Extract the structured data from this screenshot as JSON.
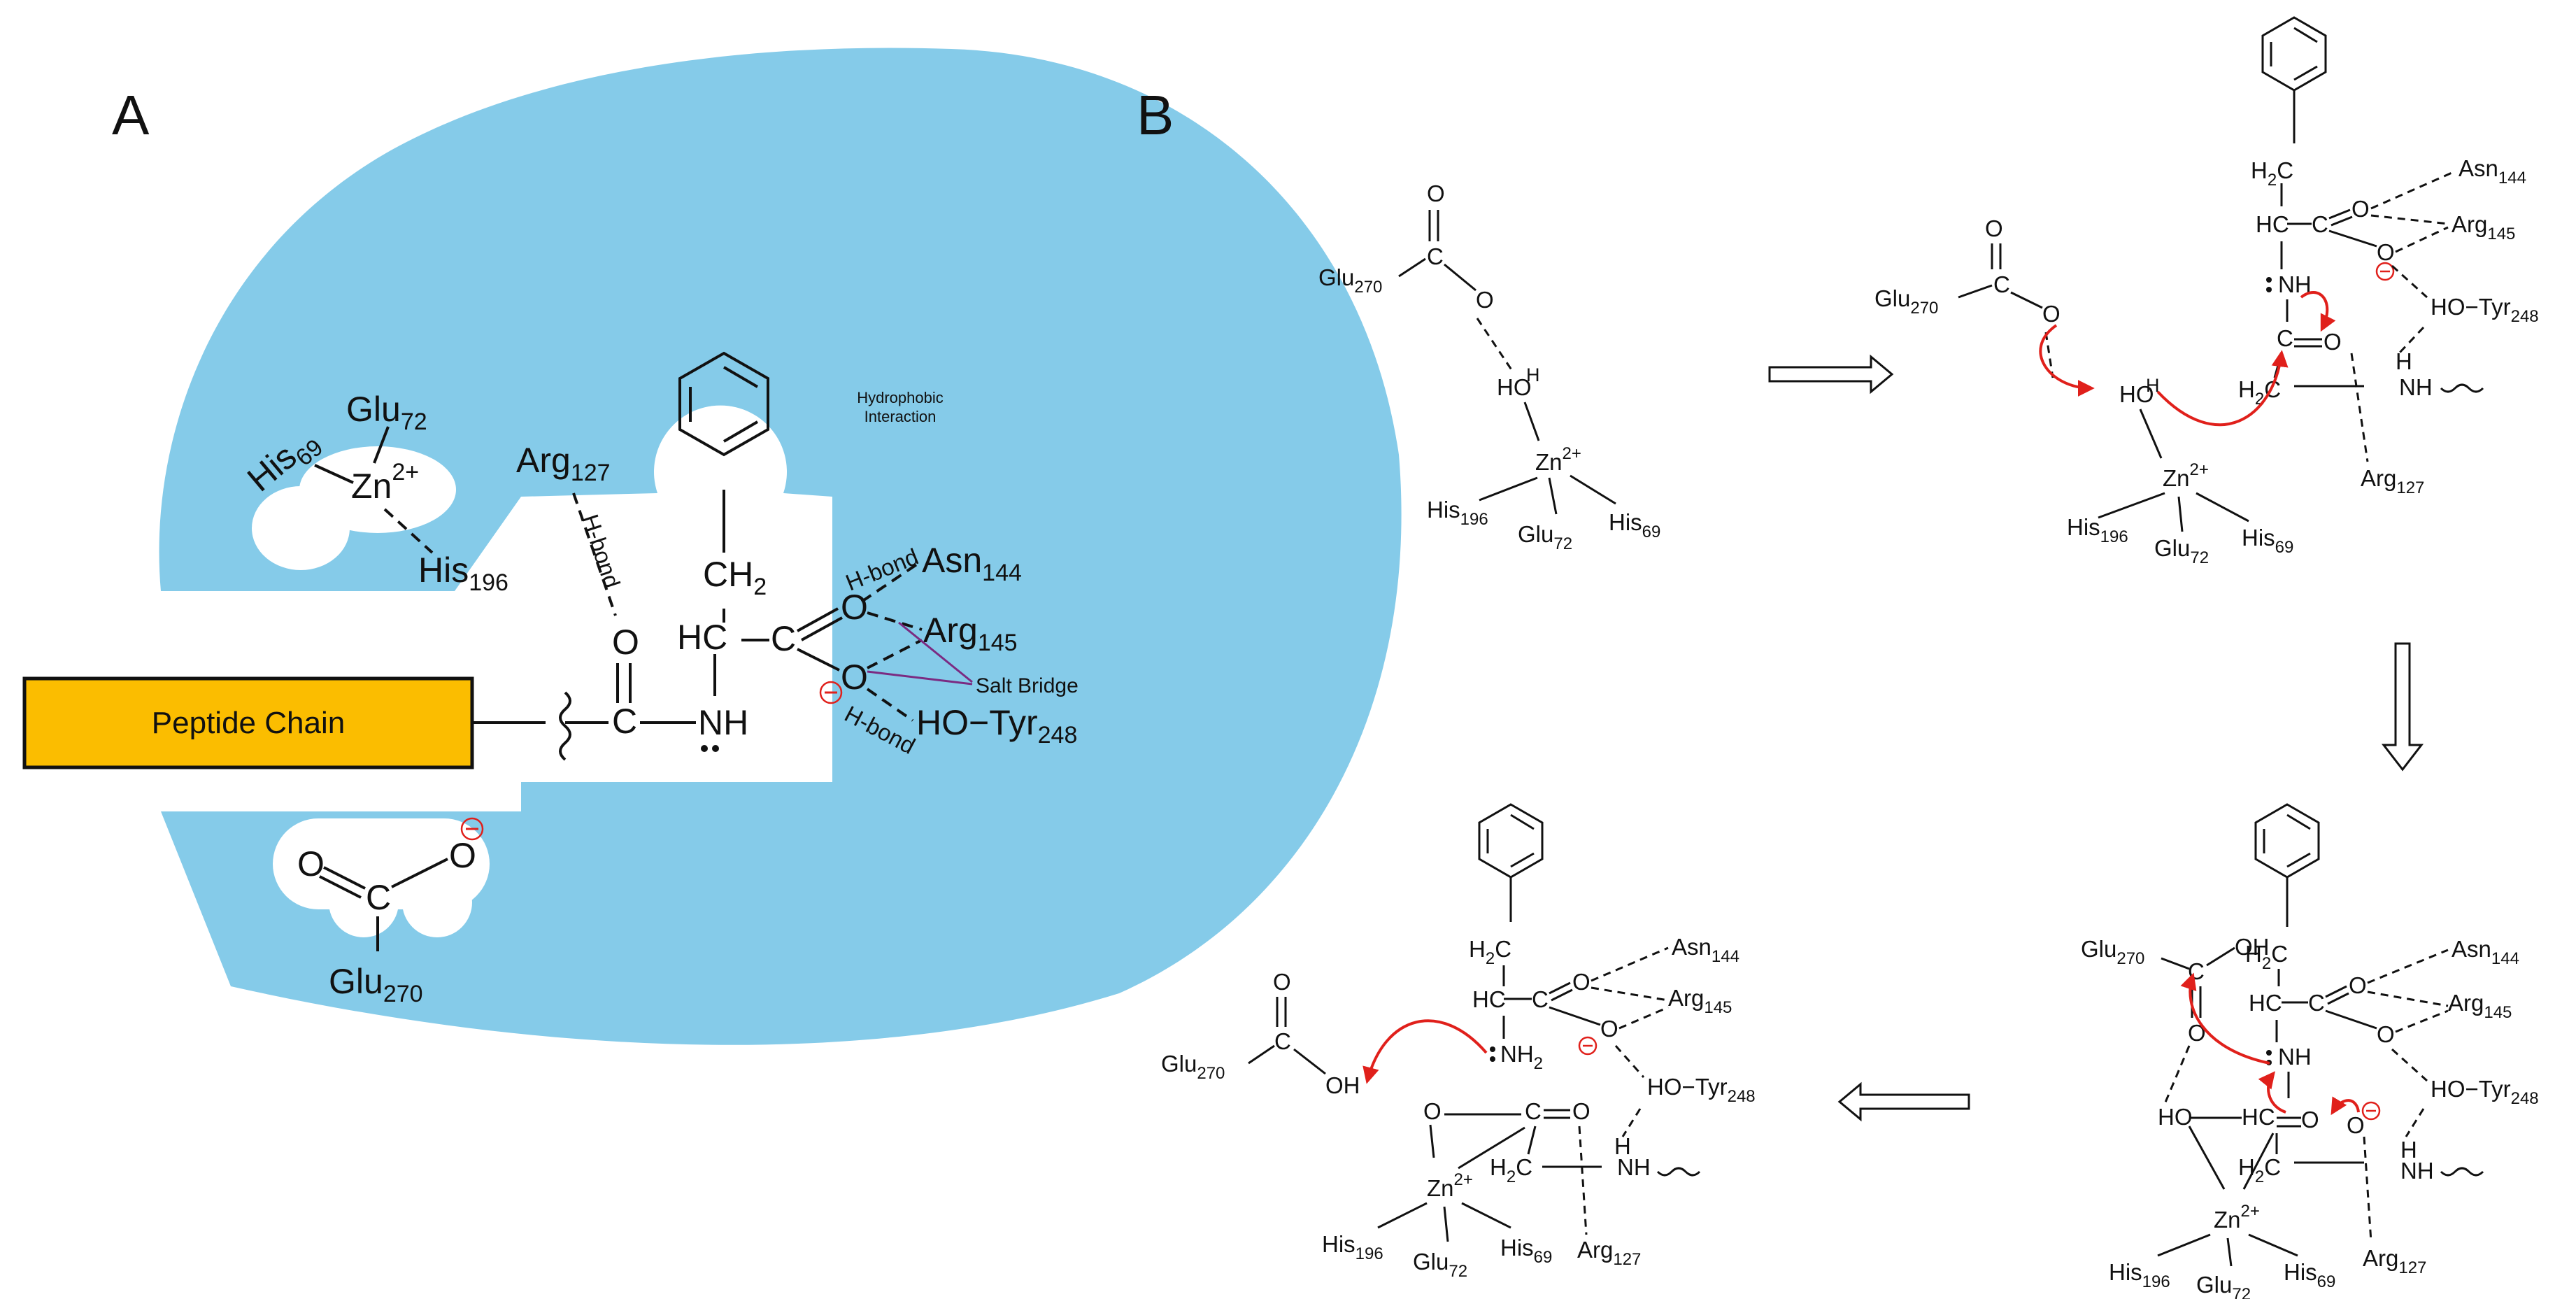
{
  "colors": {
    "pocket": "#85cbe9",
    "peptide": "#fbbd00",
    "arrow": "#e0201b",
    "saltbridge": "#7b2b82"
  },
  "panelA": {
    "label": "A",
    "hydrophobic": [
      "Hydrophobic",
      "Interaction"
    ],
    "peptide_chain": "Peptide Chain",
    "zn": "Zn",
    "zn_charge": "2+",
    "his69": "His",
    "his69_sub": "69",
    "glu72": "Glu",
    "glu72_sub": "72",
    "his196": "His",
    "his196_sub": "196",
    "arg127": "Arg",
    "arg127_sub": "127",
    "hbond": "H-bond",
    "o": "O",
    "c": "C",
    "nh": "NH",
    "hc": "HC",
    "ch2": "CH",
    "ch2_sub": "2",
    "asn144": "Asn",
    "asn144_sub": "144",
    "arg145": "Arg",
    "arg145_sub": "145",
    "salt_bridge": "Salt Bridge",
    "tyr248": "HO−Tyr",
    "tyr248_sub": "248",
    "glu270": "Glu",
    "glu270_sub": "270"
  },
  "panelB": {
    "label": "B",
    "glu": "Glu",
    "glu_sub": "270",
    "zn": "Zn",
    "zn_charge": "2+",
    "his196": "His",
    "his196_sub": "196",
    "glu72": "Glu",
    "glu72_sub": "72",
    "his69": "His",
    "his69_sub": "69",
    "ho": "HO",
    "h": "H",
    "o": "O",
    "oh": "OH",
    "nh": "NH",
    "c": "C",
    "hc": "HC",
    "h2c": "H",
    "h2c_2": "2",
    "h2c_c": "C",
    "nh2": "NH",
    "nh2_sub": "2",
    "asn": "Asn",
    "asn_sub": "144",
    "arg145": "Arg",
    "arg145_sub": "145",
    "tyr": "HO−Tyr",
    "tyr_sub": "248",
    "arg127": "Arg",
    "arg127_sub": "127"
  }
}
